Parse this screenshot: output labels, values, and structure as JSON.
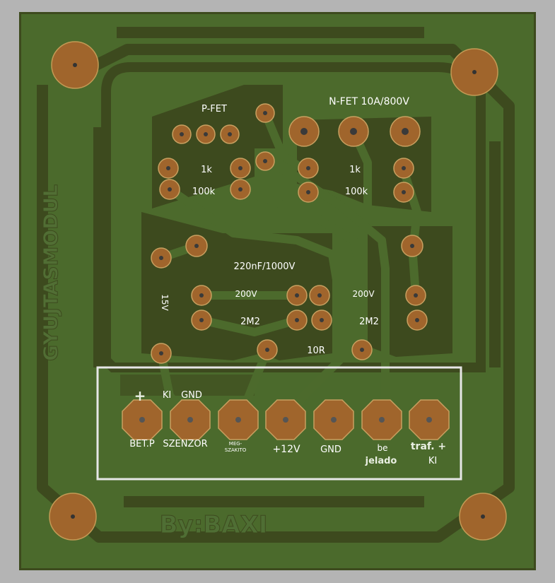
{
  "board": {
    "vertical_label": "GYUJTASMODUL",
    "credit": "By:BAXI",
    "labels": {
      "pfet": "P-FET",
      "nfet": "N-FET 10A/800V",
      "r1k_left": "1k",
      "r100k_left": "100k",
      "r1k_right": "1k",
      "r100k_right": "100k",
      "cap_main": "220nF/1000V",
      "v200_left": "200V",
      "v200_right": "200V",
      "r2m2_left": "2M2",
      "r2m2_right": "2M2",
      "v15": "15V",
      "r10": "10R"
    },
    "connector": {
      "plus": "+",
      "ki_top": "KI",
      "gnd_top": "GND",
      "pads": [
        "BET.P",
        "SZENZOR",
        "MEG-",
        "SZAKITO",
        "+12V",
        "GND",
        "be",
        "jelado",
        "traf. +",
        "KI"
      ]
    }
  },
  "colors": {
    "background": "#b4b4b4",
    "substrate": "#3d4a1e",
    "copper_fill": "#4c6a2c",
    "pad_copper": "#a0652c",
    "silkscreen": "#ffffff"
  }
}
